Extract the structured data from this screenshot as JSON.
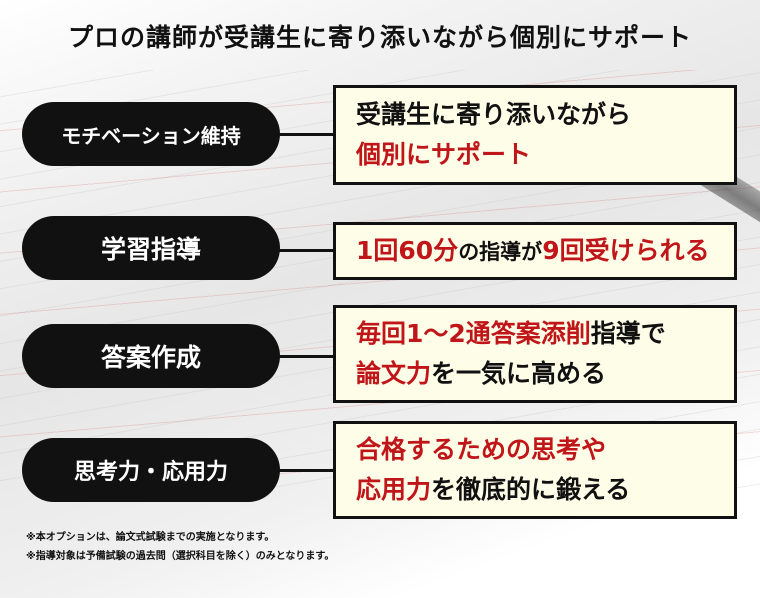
{
  "title": "プロの講師が受講生に寄り添いながら個別にサポート",
  "items": [
    {
      "label": "モチベーション維持",
      "lines": [
        [
          {
            "t": "受講生に寄り添いながら",
            "red": false
          }
        ],
        [
          {
            "t": "個別にサポート",
            "red": true
          }
        ]
      ]
    },
    {
      "label": "学習指導",
      "lines": [
        [
          {
            "t": "1回60分",
            "red": true
          },
          {
            "t": "の指導が",
            "red": false
          },
          {
            "t": "9回受けられる",
            "red": true
          }
        ]
      ]
    },
    {
      "label": "答案作成",
      "lines": [
        [
          {
            "t": "毎回1～2通答案添削",
            "red": true
          },
          {
            "t": "指導で",
            "red": false
          }
        ],
        [
          {
            "t": "論文力",
            "red": true
          },
          {
            "t": "を一気に高める",
            "red": false
          }
        ]
      ]
    },
    {
      "label": "思考力・応用力",
      "lines": [
        [
          {
            "t": "合格するための思考や",
            "red": true
          }
        ],
        [
          {
            "t": "応用力",
            "red": true
          },
          {
            "t": "を徹底的に鍛える",
            "red": false
          }
        ]
      ]
    }
  ],
  "notes": [
    "※本オプションは、論文式試験までの実施となります。",
    "※指導対象は予備試験の過去問（選択科目を除く）のみとなります。"
  ],
  "colors": {
    "accent": "#c0161a",
    "box": "#fefde8",
    "pill": "#111111"
  }
}
